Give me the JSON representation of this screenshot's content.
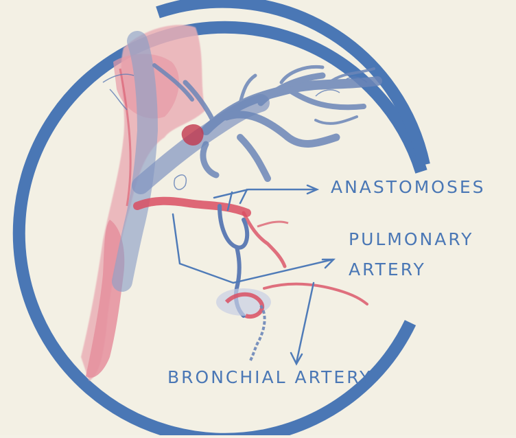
{
  "figure": {
    "labels": {
      "anastomoses": "ANASTOMOSES",
      "pulmonary_line1": "PULMONARY",
      "pulmonary_line2": "ARTERY",
      "bronchial": "BRONCHIAL ARTERY"
    }
  },
  "colors": {
    "background": "#f3f0e4",
    "ring": "#4a77b5",
    "label": "#4a77b5",
    "arrow": "#4f7bb8",
    "artery_red": "#d94f63",
    "artery_pink": "#e8a0a8",
    "vessel_blue": "#6b86b8",
    "vessel_grey_blue": "#8ea0c6"
  }
}
